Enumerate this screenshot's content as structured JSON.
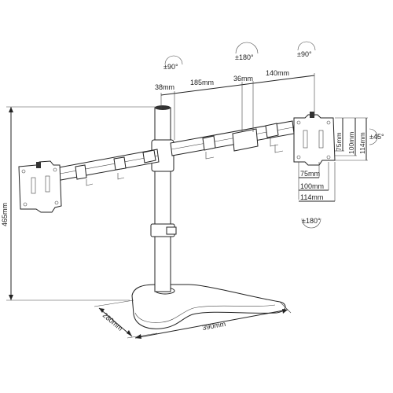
{
  "rotation_labels": {
    "left_arm_swivel": "±90°",
    "center_swivel": "±180°",
    "right_arm_swivel": "±90°",
    "tilt": "±45°",
    "rotate": "±180°"
  },
  "top_dimensions": {
    "d1": "38mm",
    "d2": "185mm",
    "d3": "36mm",
    "d4": "140mm"
  },
  "vesa_dimensions": {
    "v_small": "75mm",
    "v_mid": "100mm",
    "v_large": "114mm",
    "v_vert_small": "75mm",
    "v_vert_mid": "100mm",
    "v_vert_large": "114mm"
  },
  "overall_dimensions": {
    "height": "465mm",
    "base_depth": "280mm",
    "base_width": "390mm"
  }
}
